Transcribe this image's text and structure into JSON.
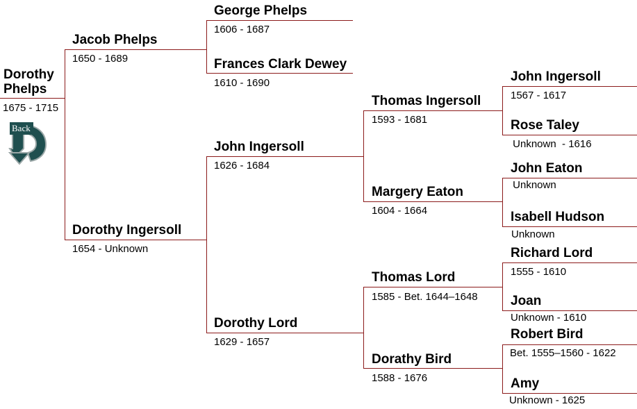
{
  "people": {
    "p1": {
      "name": "Dorothy\nPhelps",
      "dates": "1675 - 1715"
    },
    "p2": {
      "name": "Jacob Phelps",
      "dates": "1650 - 1689"
    },
    "p3": {
      "name": "Dorothy Ingersoll",
      "dates": "1654 -  Unknown"
    },
    "p4": {
      "name": "George Phelps",
      "dates": "1606 - 1687"
    },
    "p5": {
      "name": "Frances Clark Dewey",
      "dates": "1610 - 1690"
    },
    "p6": {
      "name": "John Ingersoll",
      "dates": "1626 - 1684"
    },
    "p7": {
      "name": "Dorothy Lord",
      "dates": "1629 - 1657"
    },
    "p12": {
      "name": "Thomas Ingersoll",
      "dates": "1593 - 1681"
    },
    "p13": {
      "name": "Margery Eaton",
      "dates": "1604 - 1664"
    },
    "p14": {
      "name": "Thomas Lord",
      "dates": "1585 - Bet. 1644–1648"
    },
    "p15": {
      "name": "Dorathy Bird",
      "dates": "1588 - 1676"
    },
    "p24": {
      "name": "John Ingersoll",
      "dates": "1567 - 1617"
    },
    "p25": {
      "name": "Rose Taley",
      "dates": " Unknown  - 1616"
    },
    "p26": {
      "name": "John Eaton",
      "dates": " Unknown"
    },
    "p27": {
      "name": "Isabell Hudson",
      "dates": "Unknown"
    },
    "p28": {
      "name": "Richard Lord",
      "dates": "1555 - 1610"
    },
    "p29": {
      "name": "Joan",
      "dates": "Unknown - 1610"
    },
    "p30": {
      "name": "Robert Bird",
      "dates": "Bet. 1555–1560 - 1622"
    },
    "p31": {
      "name": "Amy",
      "dates": "Unknown - 1625"
    }
  },
  "back_button": {
    "label": "Back",
    "icon": "curved-arrow-back-icon"
  },
  "colors": {
    "connector": "#8b1a1a",
    "back_arrow": "#1f4f4f"
  }
}
